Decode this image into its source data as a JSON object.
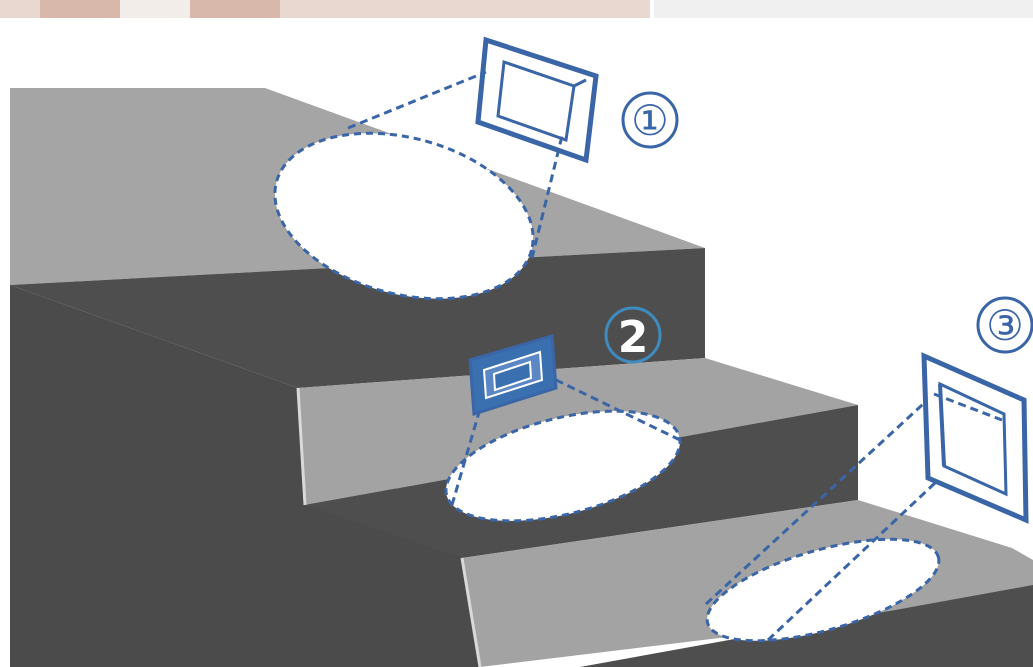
{
  "markers": {
    "m1": "①",
    "m2": "2",
    "m3": "③"
  },
  "colors": {
    "background": "#ffffff",
    "stair_top": "#a3a3a3",
    "stair_riser": "#4e4e4e",
    "stair_side": "#4a4a4a",
    "edge_highlight": "#d6d6d6",
    "blue": "#3a65a6",
    "blue_light": "#3e8bbf",
    "top_strip_left": "#dcc4b7",
    "top_strip_right": "#efefef"
  },
  "icons": {
    "sensor_1": "window-sensor-icon",
    "sensor_2": "window-sensor-icon",
    "sensor_3": "window-sensor-icon"
  }
}
